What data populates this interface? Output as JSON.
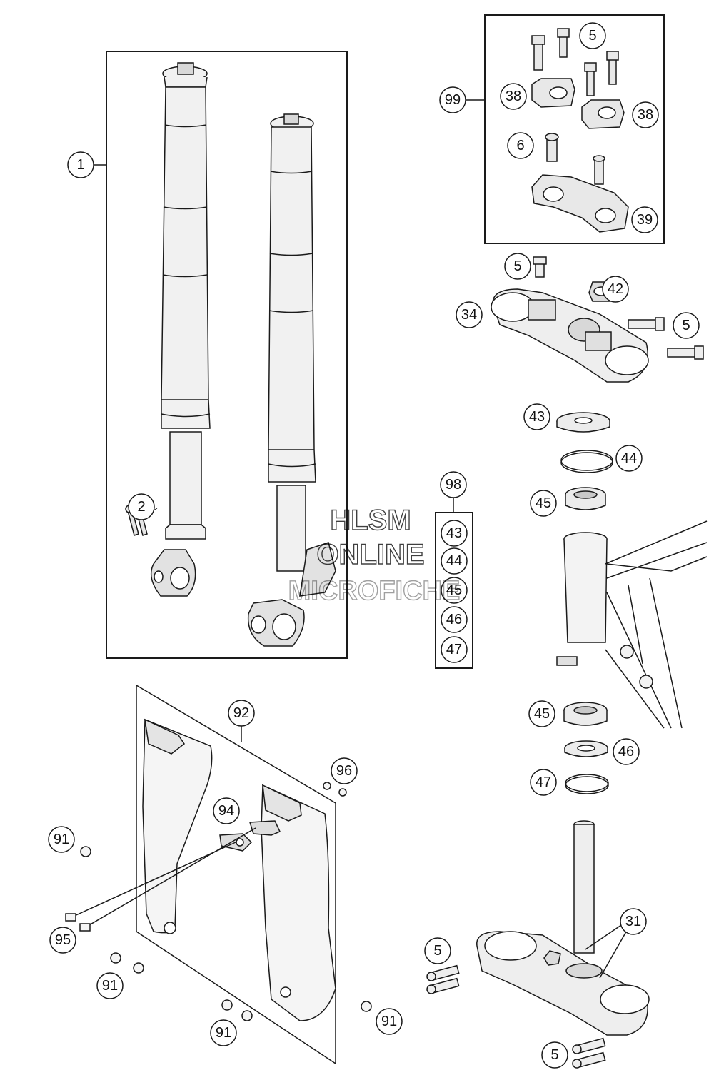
{
  "watermark": {
    "line1": "HLSM",
    "line2": "ONLINE",
    "line3": "MICROFICHE"
  },
  "colors": {
    "line": "#1a1a1a",
    "part_fill": "#ededed",
    "part_fill_dark": "#c8c8c8",
    "watermark": "#000000"
  },
  "callouts": {
    "fork_assembly": "1",
    "fork_screws": "2",
    "clamp_screws_top": "5",
    "clamp_kit": "99",
    "clamp_upper_left": "38",
    "clamp_upper_right": "38",
    "clamp_screw": "6",
    "clamp_base": "39",
    "triple_screw": "5",
    "stem_nut": "42",
    "upper_triple_clamp": "34",
    "upper_triple_screw_right": "5",
    "dust_cover": "43",
    "o_ring_upper": "44",
    "bearing_upper": "45",
    "bearing_kit": "98",
    "kit_43": "43",
    "kit_44": "44",
    "kit_45": "45",
    "kit_46": "46",
    "kit_47": "47",
    "bearing_lower": "45",
    "seal_ring": "46",
    "o_ring_lower": "47",
    "fork_guards": "92",
    "nut_96": "96",
    "guard_bracket": "94",
    "guard_screw_91_a": "91",
    "guard_screw_95": "95",
    "guard_screw_91_b": "91",
    "guard_screw_91_c": "91",
    "guard_screw_91_d": "91",
    "lower_triple_clamp": "31",
    "lower_triple_screws_left": "5",
    "lower_triple_screws_bottom": "5"
  }
}
